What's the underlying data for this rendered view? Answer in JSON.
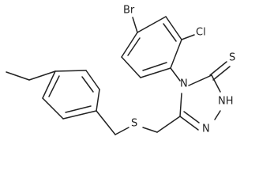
{
  "molecule": {
    "atoms": {
      "bromine": "Br",
      "chlorine": "Cl",
      "thione_sulfur": "S",
      "ring_nitrogen_4": "N",
      "nh_group": "NH",
      "ring_nitrogen_1": "N",
      "thioether_sulfur": "S"
    }
  },
  "colors": {
    "ink": "#222222",
    "background": "#ffffff"
  }
}
